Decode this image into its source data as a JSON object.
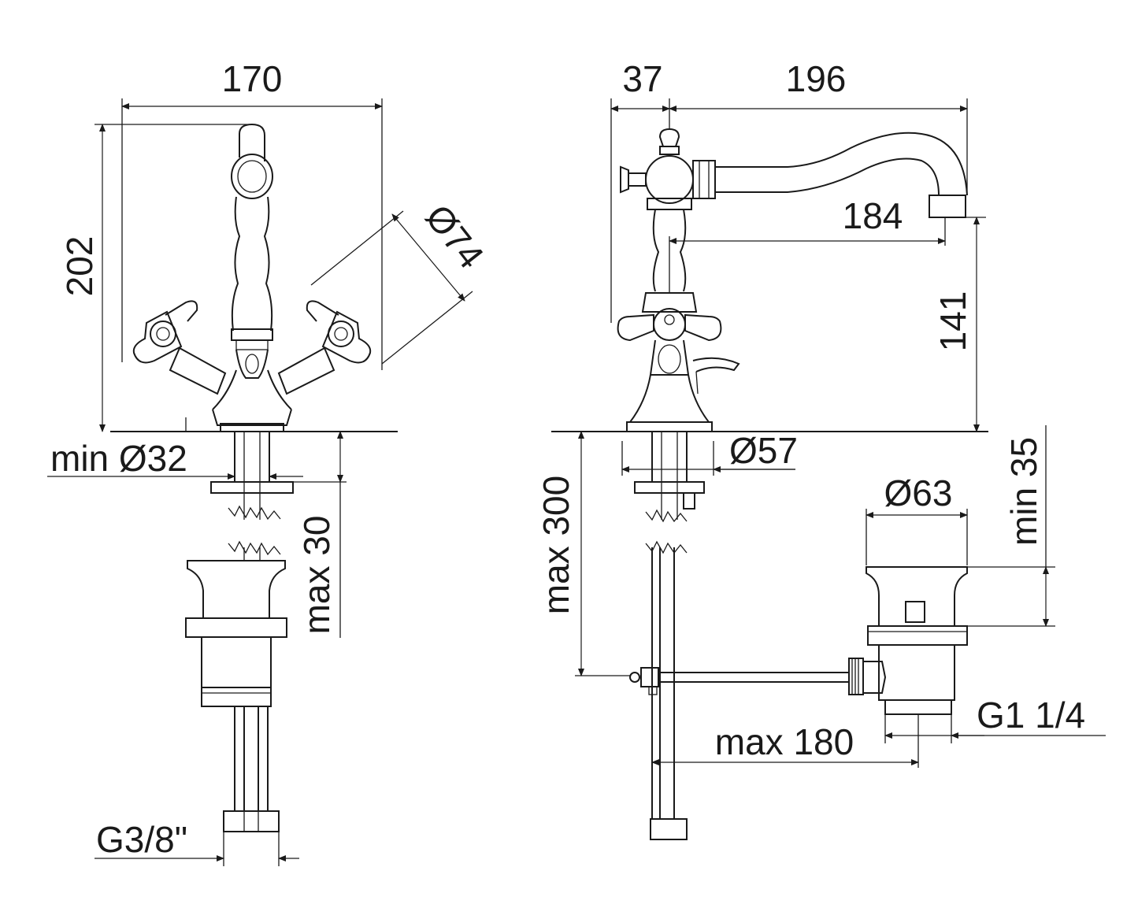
{
  "front_view": {
    "width_label": "170",
    "height_label": "202",
    "handle_reach_label": "Ø74",
    "hole_diameter_label": "min Ø32",
    "deck_thickness_label": "max 30",
    "connection_label": "G3/8\""
  },
  "side_view": {
    "handle_offset_label": "37",
    "spout_length_label": "196",
    "spout_reach_label": "184",
    "spout_height_label": "141",
    "base_diameter_label": "Ø57",
    "max_depth_label": "max 300",
    "waste_diameter_label": "Ø63",
    "waste_min_label": "min 35",
    "waste_thread_label": "G1 1/4",
    "rod_length_label": "max 180"
  },
  "colors": {
    "line": "#1a1a1a",
    "background": "#ffffff"
  }
}
